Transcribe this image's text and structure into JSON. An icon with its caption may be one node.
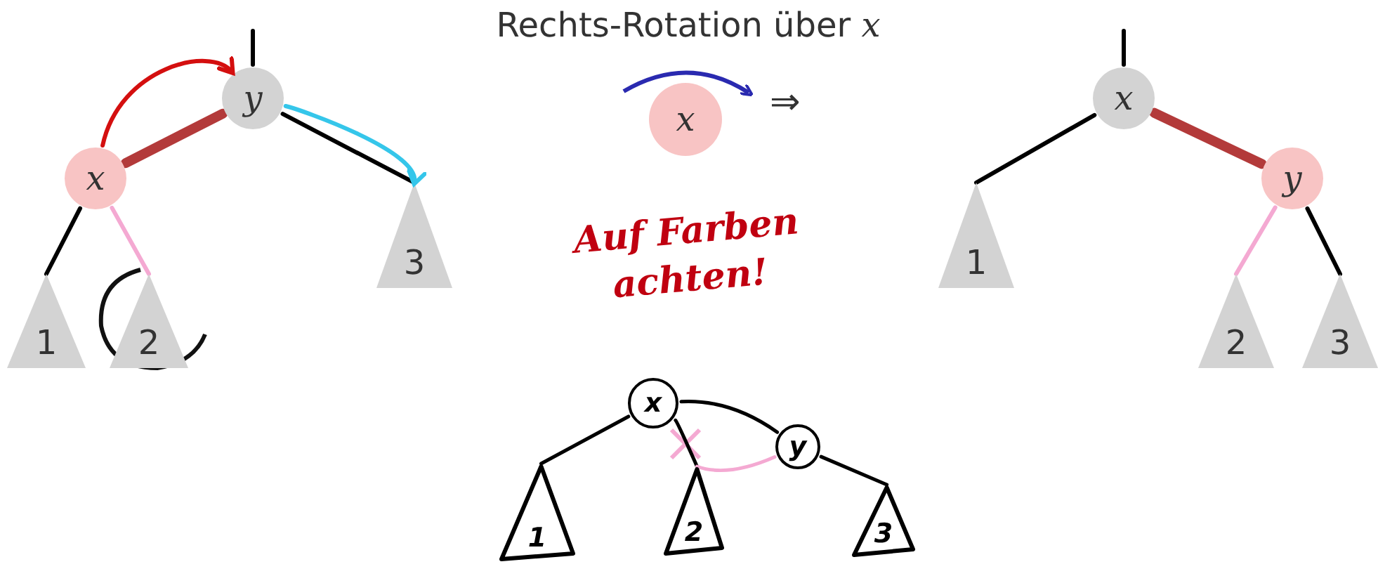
{
  "diagram": {
    "title": "Rechts-Rotation über *x*",
    "nodes": [
      {
        "text": [
          "y"
        ]
      },
      {
        "text": [
          "x"
        ]
      },
      {
        "text": [
          "1"
        ]
      },
      {
        "text": [
          "2"
        ]
      },
      {
        "text": [
          "3"
        ]
      },
      {
        "text": [
          "x"
        ]
      },
      {
        "text": [
          "x"
        ]
      },
      {
        "text": [
          "y"
        ]
      },
      {
        "text": [
          "1"
        ]
      },
      {
        "text": [
          "2"
        ]
      },
      {
        "text": [
          "3"
        ]
      },
      {
        "text": [
          "x"
        ]
      },
      {
        "text": [
          "y"
        ]
      },
      {
        "text": [
          "1"
        ]
      },
      {
        "text": [
          "2"
        ]
      },
      {
        "text": [
          "3"
        ]
      }
    ],
    "edges": [
      {
        "from": null,
        "to": 0,
        "arrow": "none"
      },
      {
        "from": 0,
        "to": 1,
        "arrow": "none",
        "style": "thick",
        "color": "#b33a3a"
      },
      {
        "from": 1,
        "to": 2,
        "arrow": "none"
      },
      {
        "from": 1,
        "to": 3,
        "arrow": "none",
        "color": "#f4a9d2"
      },
      {
        "from": 0,
        "to": 4,
        "arrow": "none"
      },
      {
        "from": 1,
        "to": 0,
        "arrow": "to",
        "color": "#d40f0f"
      },
      {
        "from": 0,
        "to": 4,
        "arrow": "to",
        "color": "#35c6ea"
      },
      {
        "from": null,
        "to": 6,
        "arrow": "none"
      },
      {
        "from": 6,
        "to": 8,
        "arrow": "none"
      },
      {
        "from": 6,
        "to": 7,
        "arrow": "none",
        "style": "thick",
        "color": "#b33a3a"
      },
      {
        "from": 7,
        "to": 9,
        "arrow": "none",
        "color": "#f4a9d2"
      },
      {
        "from": 7,
        "to": 10,
        "arrow": "none"
      },
      {
        "from": 11,
        "to": 13,
        "arrow": "none"
      },
      {
        "from": 11,
        "to": 14,
        "arrow": "none"
      },
      {
        "from": 11,
        "to": 12,
        "arrow": "none"
      },
      {
        "from": 12,
        "to": 14,
        "arrow": "none",
        "color": "#f4a9d2"
      },
      {
        "from": 12,
        "to": 15,
        "arrow": "none"
      }
    ],
    "labels": [
      "⇒",
      "Auf Farben achten!"
    ]
  }
}
